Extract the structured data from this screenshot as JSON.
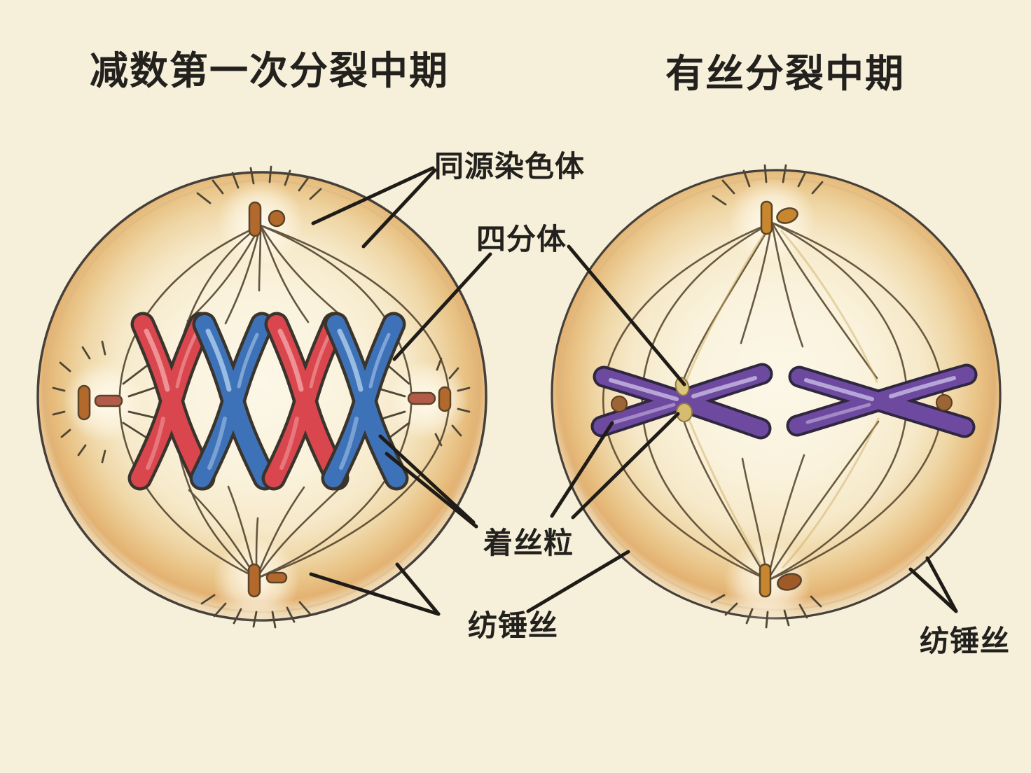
{
  "titles": {
    "meiosis": "减数第一次分裂中期",
    "mitosis": "有丝分裂中期"
  },
  "annotations": {
    "homologous_chromosome": "同源染色体",
    "tetrad": "四分体",
    "centromere": "着丝粒",
    "spindle_fiber_center": "纺锤丝",
    "spindle_fiber_right": "纺锤丝"
  },
  "colors": {
    "paper": "#f6efd9",
    "cell_fill_center": "#fcf7e8",
    "membrane_ring": "#e3b272",
    "cell_outline": "#45403a",
    "spindle_fiber": "#54462f",
    "leader_line": "#1f1c18",
    "chromosome_red": "#d9464e",
    "chromosome_red_highlight": "#f2a0a2",
    "chromosome_blue": "#3e72b8",
    "chromosome_blue_highlight": "#a9c9ea",
    "chromosome_purple": "#6d4aa0",
    "chromosome_purple_highlight": "#c6b5e0",
    "centriole_brown": "#b3682c",
    "centriole_red_brown": "#b25b49",
    "centriole_orange": "#c8862f",
    "centromere_yellow": "#dcc57c",
    "satellite_brown": "#9c6535",
    "text": "#23211e"
  }
}
